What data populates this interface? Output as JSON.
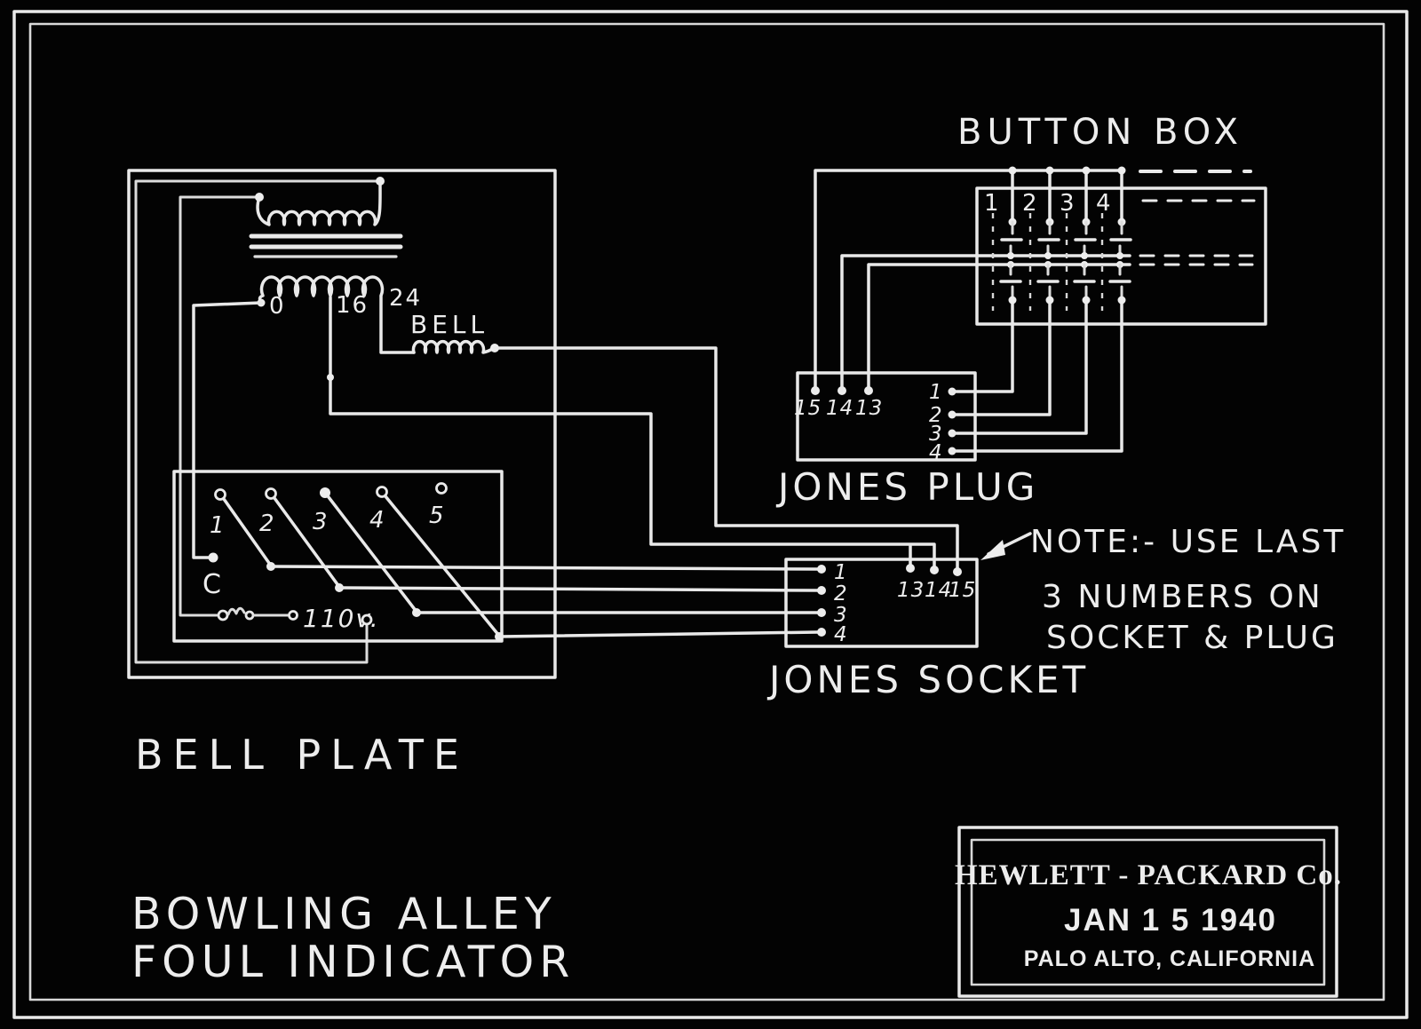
{
  "ink": "#e9e9e9",
  "background": "#030303",
  "titles": {
    "button_box": "BUTTON BOX",
    "jones_plug": "JONES PLUG",
    "jones_socket": "JONES SOCKET",
    "bell_plate": "BELL PLATE",
    "main_line1": "BOWLING ALLEY",
    "main_line2": "FOUL INDICATOR"
  },
  "transformer": {
    "tap_0": "0",
    "tap_16": "16",
    "tap_24": "24",
    "bell_label": "BELL"
  },
  "selector": {
    "contact_1": "1",
    "contact_2": "2",
    "contact_3": "3",
    "contact_4": "4",
    "contact_5": "5",
    "common_label": "C",
    "supply_label": "110v."
  },
  "jones_plug": {
    "top_pins": [
      "15",
      "14",
      "13"
    ],
    "side_pins": [
      "1",
      "2",
      "3",
      "4"
    ]
  },
  "jones_socket": {
    "side_pins": [
      "1",
      "2",
      "3",
      "4"
    ],
    "top_pins": [
      "13",
      "14",
      "15"
    ]
  },
  "button_box": {
    "column_labels": [
      "1",
      "2",
      "3",
      "4"
    ]
  },
  "note": {
    "line1": "NOTE:- USE LAST",
    "line2": "3 NUMBERS ON",
    "line3": "SOCKET & PLUG"
  },
  "title_block": {
    "company": "HEWLETT - PACKARD Co.",
    "date": "JAN 1 5 1940",
    "location": "PALO ALTO, CALIFORNIA"
  }
}
